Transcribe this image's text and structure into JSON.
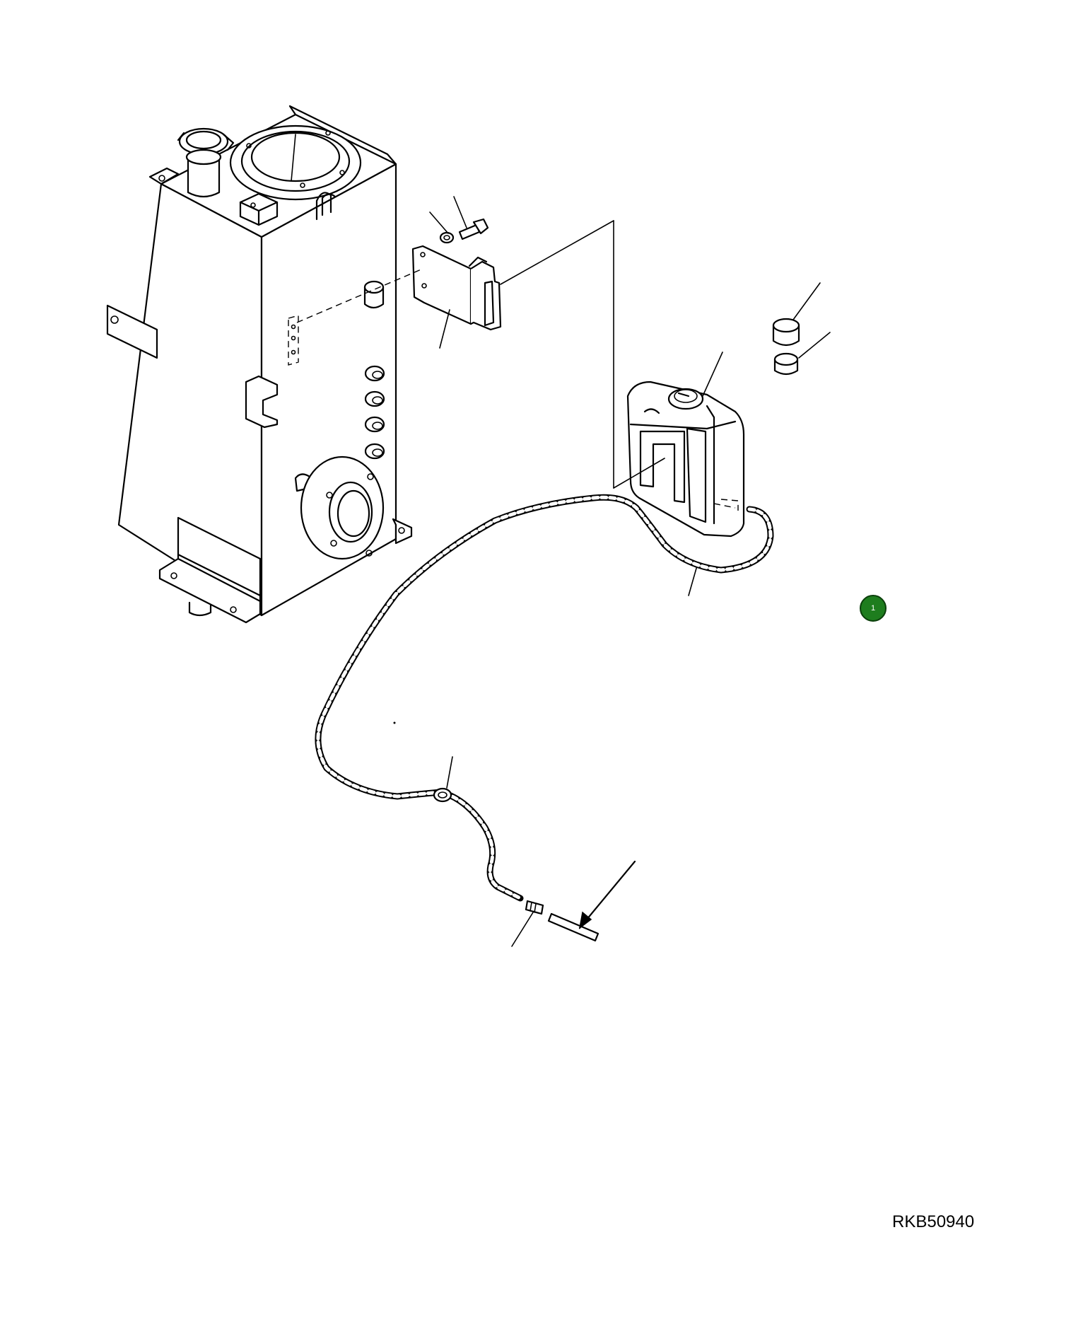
{
  "diagram": {
    "drawing_code": "RKB50940",
    "hotspot": {
      "label": "1",
      "color": "#1e7d1e"
    },
    "parts": [
      "hydraulic-tank",
      "mounting-bracket",
      "washer",
      "bolt",
      "reservoir-tank",
      "reservoir-cap",
      "cap-seal",
      "hose",
      "hose-clip",
      "hose-connector",
      "tube-pipe"
    ]
  }
}
